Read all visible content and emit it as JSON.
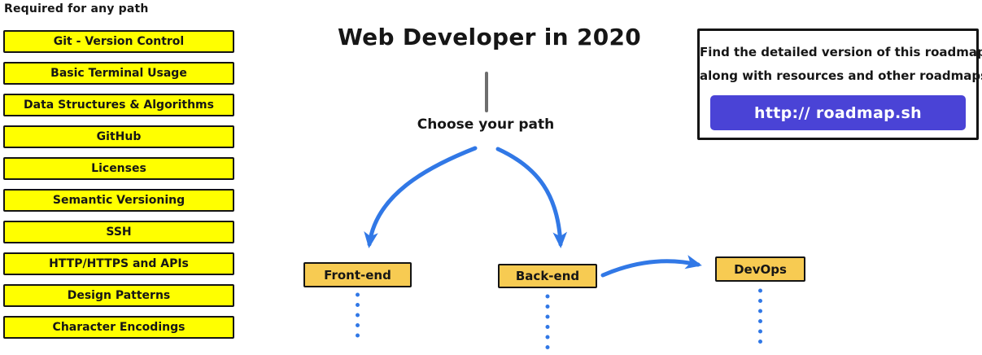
{
  "left_panel": {
    "heading": "Required for any path",
    "items": [
      "Git - Version Control",
      "Basic Terminal Usage",
      "Data Structures & Algorithms",
      "GitHub",
      "Licenses",
      "Semantic Versioning",
      "SSH",
      "HTTP/HTTPS and APIs",
      "Design Patterns",
      "Character Encodings"
    ]
  },
  "center": {
    "title": "Web Developer in 2020",
    "choose_label": "Choose your path",
    "nodes": {
      "front_end": "Front-end",
      "back_end": "Back-end",
      "devops": "DevOps"
    }
  },
  "info_box": {
    "line1": "Find the detailed version of this roadmap",
    "line2": "along with resources and other roadmaps",
    "button_label": "http:// roadmap.sh"
  },
  "colors": {
    "required_item_bg": "#FFFF00",
    "path_node_bg": "#F7CB52",
    "arrow_blue": "#3178E6",
    "link_button_bg": "#4A43D6",
    "connector_gray": "#6E6E6E"
  }
}
